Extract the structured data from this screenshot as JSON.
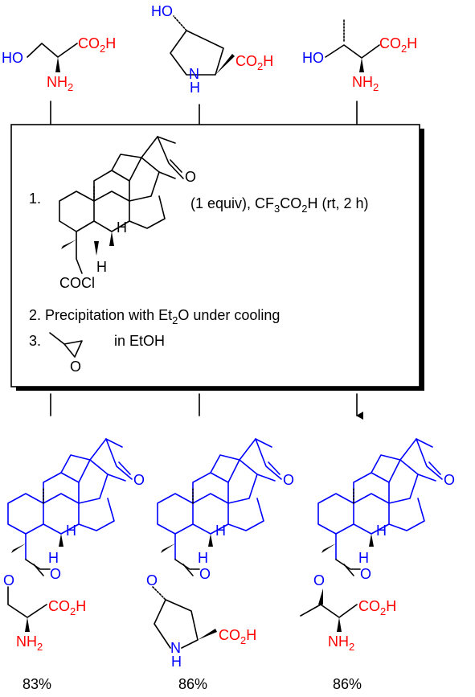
{
  "labels": {
    "ho": "HO",
    "co2h_co": "CO",
    "co2h_sub": "2",
    "co2h_h": "H",
    "nh": "NH",
    "nh_sub": "2",
    "n": "N",
    "h": "H",
    "o": "O",
    "cocl": "COCl"
  },
  "steps": {
    "s1_num": "1.",
    "s1_text_a": "(1 equiv), CF",
    "s1_sub1": "3",
    "s1_text_b": "CO",
    "s1_sub2": "2",
    "s1_text_c": "H (rt, 2 h)",
    "s2_a": "2. Precipitation with Et",
    "s2_sub": "2",
    "s2_b": "O under cooling",
    "s3_num": "3.",
    "s3_text": "in EtOH"
  },
  "yields": [
    "83%",
    "86%",
    "86%"
  ],
  "colors": {
    "blue": "#0000ff",
    "red": "#ff0000",
    "black": "#000000"
  }
}
